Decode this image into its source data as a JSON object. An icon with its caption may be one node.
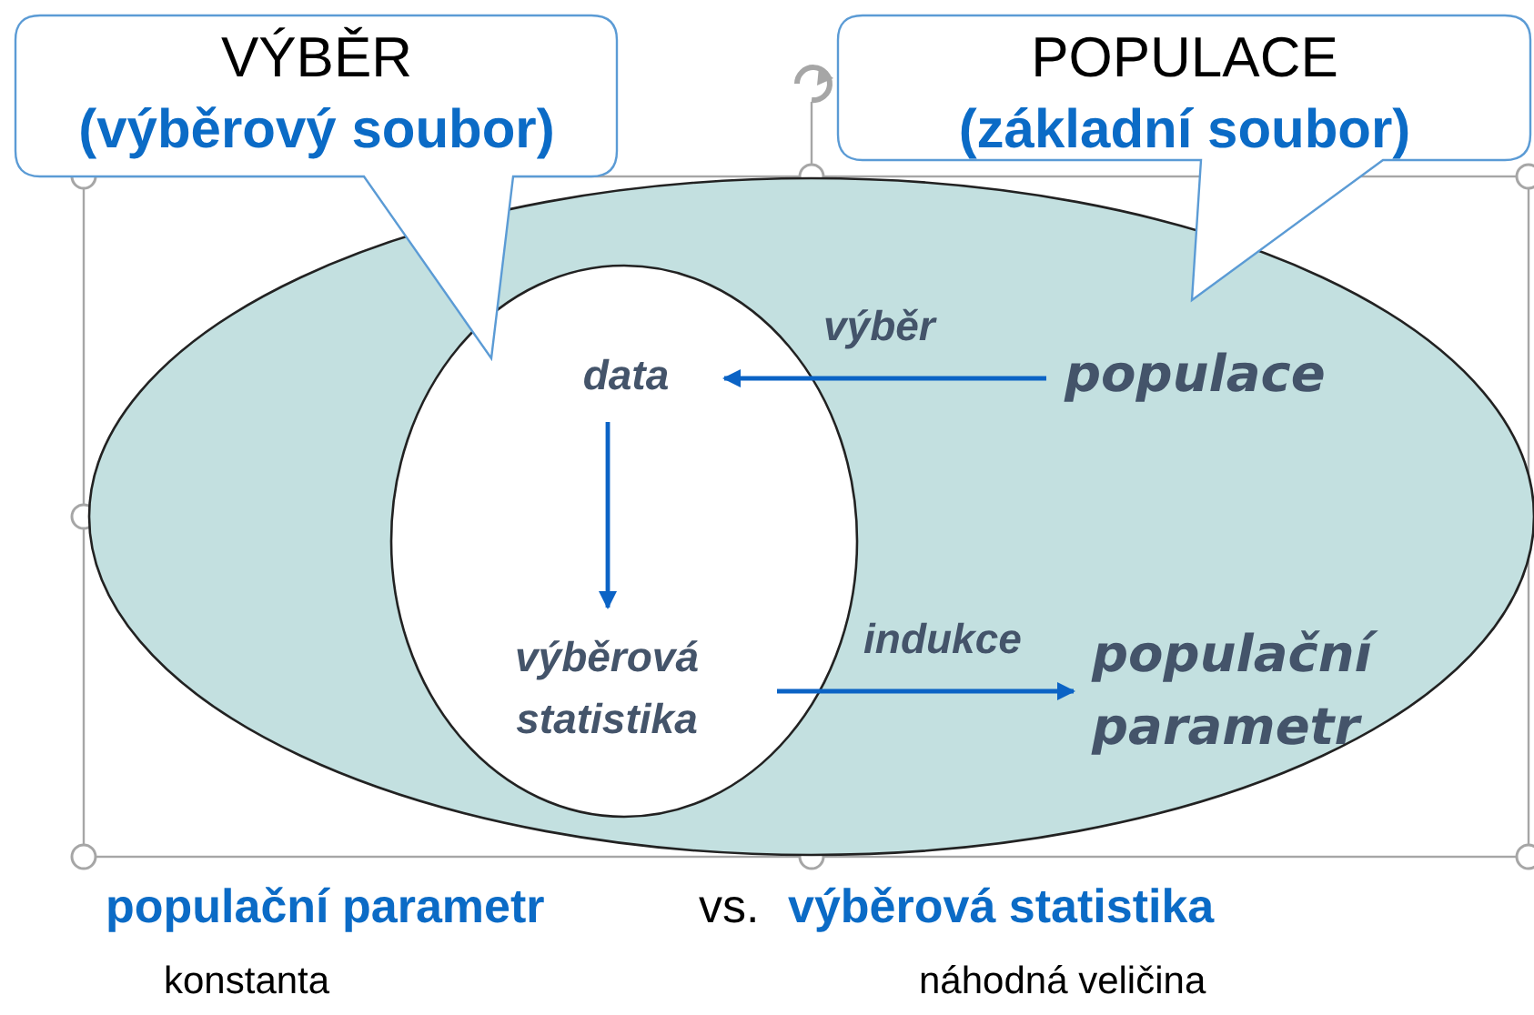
{
  "diagram": {
    "nodes": [
      {
        "text": [
          "VÝBĚR",
          "(výběrový soubor)"
        ]
      },
      {
        "text": [
          "POPULACE",
          "(základní soubor)"
        ]
      },
      {
        "text": [],
        "shape": "ellipse"
      },
      {
        "text": [],
        "shape": "ellipse",
        "in": 2
      },
      {
        "text": [
          "data"
        ],
        "in": 3
      },
      {
        "text": [
          "výběrová statistika"
        ],
        "in": 3
      },
      {
        "text": [
          "populace"
        ],
        "in": 2
      },
      {
        "text": [
          "populační parametr"
        ],
        "in": 2
      }
    ],
    "edges": [
      {
        "from": 6,
        "to": 4,
        "arrow": "to",
        "label": "výběr"
      },
      {
        "from": 4,
        "to": 5,
        "arrow": "to"
      },
      {
        "from": 5,
        "to": 7,
        "arrow": "to",
        "label": "indukce"
      }
    ],
    "labels": [
      "populační parametr",
      "vs.",
      "výběrová statistika",
      "konstanta",
      "náhodná veličina"
    ]
  }
}
